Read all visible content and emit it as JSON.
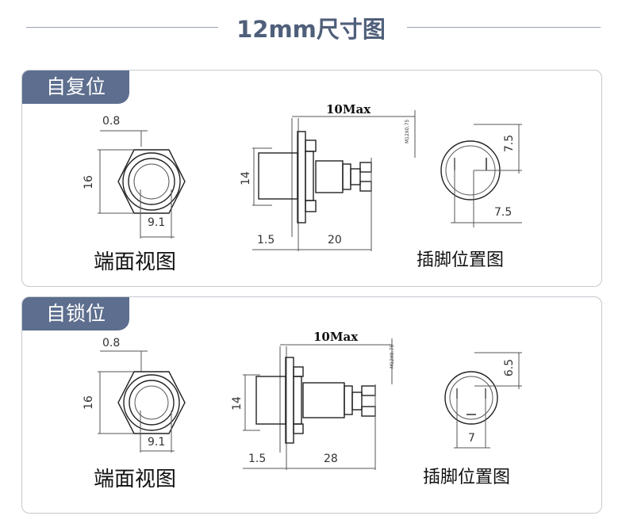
{
  "page_title": "12mm尺寸图",
  "sections": [
    {
      "tag": "自复位",
      "front": {
        "d_top": "0.8",
        "d_left": "16",
        "d_bottom": "9.1",
        "caption": "端面视图"
      },
      "side": {
        "max": "10Max",
        "thread": "M12X0.75",
        "height": "14",
        "flange": "1.5",
        "length": "20"
      },
      "pin": {
        "v": "7.5",
        "h": "7.5",
        "caption": "插脚位置图"
      }
    },
    {
      "tag": "自锁位",
      "front": {
        "d_top": "0.8",
        "d_left": "16",
        "d_bottom": "9.1",
        "caption": "端面视图"
      },
      "side": {
        "max": "10Max",
        "thread": "M12X0.75",
        "height": "14",
        "flange": "1.5",
        "length": "28"
      },
      "pin": {
        "v": "6.5",
        "h": "7",
        "caption": "插脚位置图"
      }
    }
  ]
}
